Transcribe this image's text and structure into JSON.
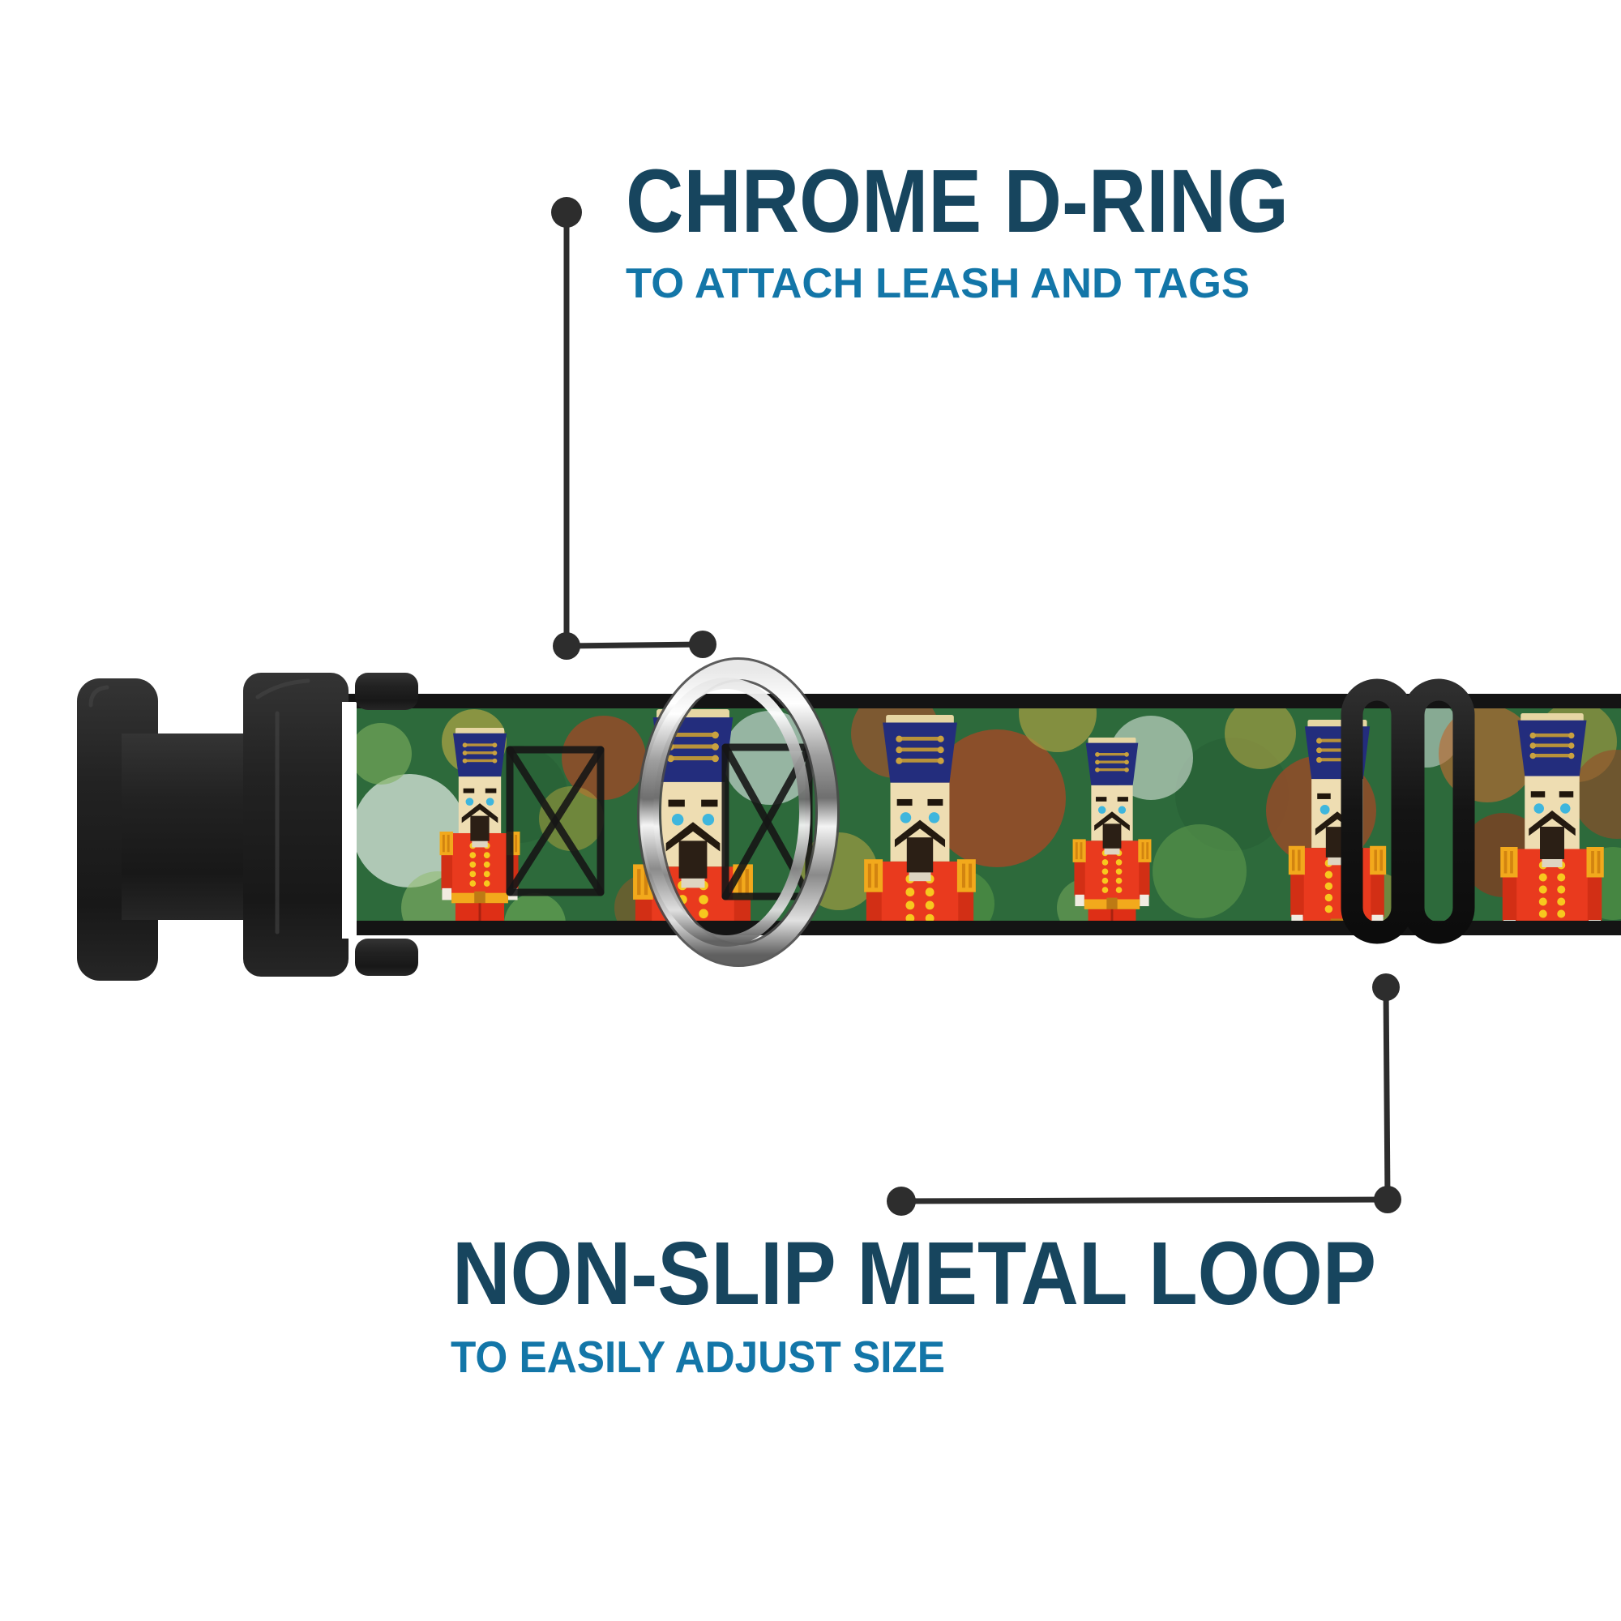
{
  "callouts": {
    "d_ring": {
      "title": "CHROME D-RING",
      "subtitle": "TO ATTACH LEASH AND TAGS"
    },
    "metal_loop": {
      "title": "NON-SLIP METAL LOOP",
      "subtitle": "TO EASILY ADJUST SIZE"
    }
  },
  "colors": {
    "background": "#ffffff",
    "callout_ink": "#2d2d2d",
    "title_navy": "#17455e",
    "subtitle_blue": "#1376a8",
    "strap_green": "#2d6a3b",
    "strap_edge": "#141414",
    "hat_navy": "#232d7d",
    "coat_red": "#e93a1e",
    "coat_red_dark": "#d22f15",
    "gold": "#f2a91c",
    "button_gold": "#f7c81e",
    "face_cream": "#eeddb2",
    "chrome_silver": "#d9d9d9",
    "plastic_black": "#1f1f1f"
  }
}
